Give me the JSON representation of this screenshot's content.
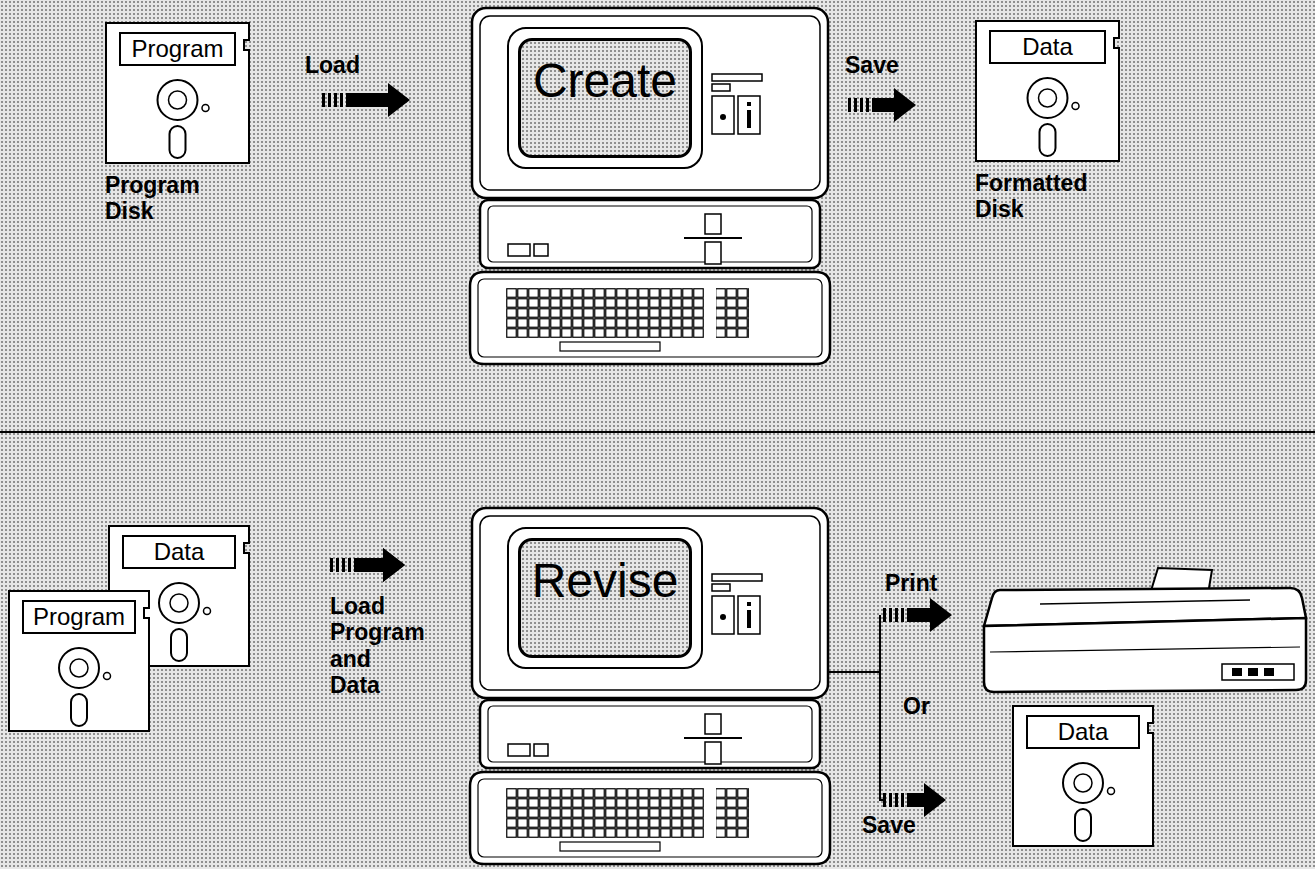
{
  "diagram": {
    "nodes": [
      {
        "text": [
          "Program",
          "Program Disk"
        ]
      },
      {
        "text": [
          "Create"
        ]
      },
      {
        "text": [
          "Data",
          "Formatted Disk"
        ]
      },
      {
        "text": [
          "Data"
        ]
      },
      {
        "text": [
          "Program"
        ]
      },
      {
        "text": [
          "Revise"
        ]
      },
      {
        "text": [
          "Data"
        ]
      }
    ],
    "edges": [
      {
        "from": 0,
        "to": 1,
        "arrow": "to",
        "label": "Load"
      },
      {
        "from": 1,
        "to": 2,
        "arrow": "to",
        "label": "Save"
      },
      {
        "from": 3,
        "to": 5,
        "arrow": "to",
        "label": "Load Program and Data"
      },
      {
        "from": 4,
        "to": 5,
        "arrow": "to"
      },
      {
        "from": 5,
        "to": 6,
        "arrow": "to",
        "label": "Save"
      }
    ],
    "labels": [
      "Print",
      "Or"
    ]
  }
}
